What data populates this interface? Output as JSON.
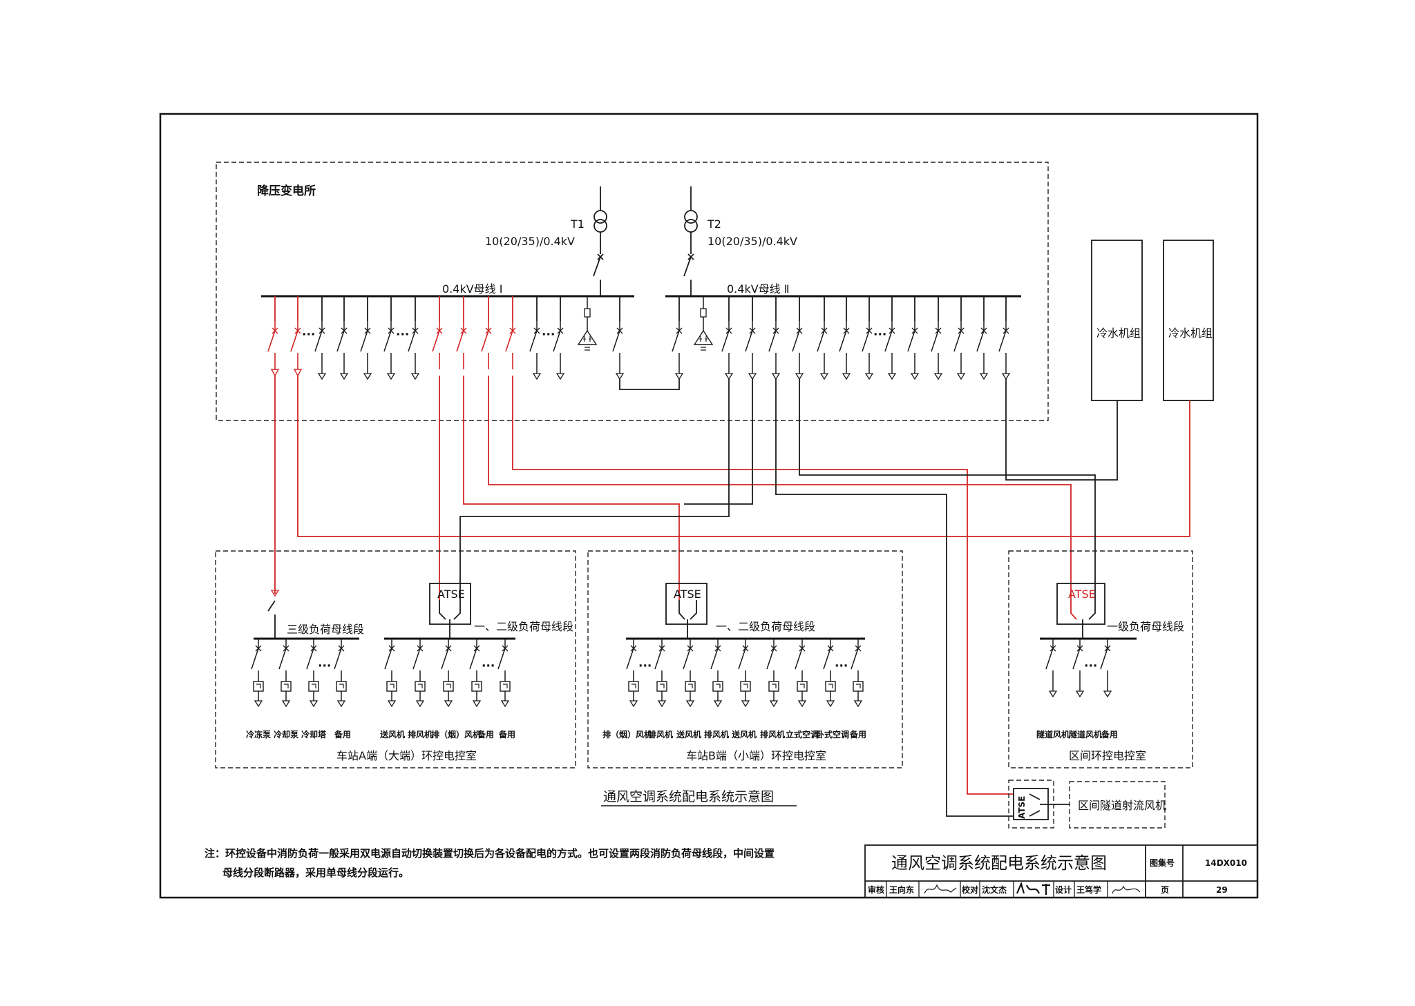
{
  "substation": {
    "title": "降压变电所",
    "t1_name": "T1",
    "t1_rating": "10(20/35)/0.4kV",
    "t2_name": "T2",
    "t2_rating": "10(20/35)/0.4kV",
    "bus1": "0.4kV母线 Ⅰ",
    "bus2": "0.4kV母线 Ⅱ"
  },
  "chillers": [
    "冷水机组",
    "冷水机组"
  ],
  "ellipsis": "···",
  "roomA": {
    "title": "车站A端（大端）环控电控室",
    "atse": "ATSE",
    "bus_level3": "三级负荷母线段",
    "bus_level12": "一、二级负荷母线段",
    "loads": [
      "冷冻泵",
      "冷却泵",
      "冷却塔",
      "备用",
      "送风机",
      "排风机",
      "排（烟）风机",
      "备用",
      "备用"
    ]
  },
  "roomB": {
    "title": "车站B端（小端）环控电控室",
    "atse": "ATSE",
    "bus_level12": "一、二级负荷母线段",
    "loads": [
      "排（烟）风机",
      "排风机",
      "送风机",
      "排风机",
      "送风机",
      "排风机",
      "立式空调",
      "卧式空调",
      "备用"
    ]
  },
  "roomC": {
    "title": "区间环控电控室",
    "atse": "ATSE",
    "bus_level1": "一级负荷母线段",
    "loads": [
      "隧道风机",
      "隧道风机",
      "备用"
    ]
  },
  "jetfan": {
    "atse": "ATSE",
    "label": "区间隧道射流风机"
  },
  "caption": "通风空调系统配电系统示意图",
  "note": {
    "line1": "注：环控设备中消防负荷一般采用双电源自动切换装置切换后为各设备配电的方式。也可设置两段消防负荷母线段，中间设置",
    "line2": "母线分段断路器，采用单母线分段运行。"
  },
  "titleblock": {
    "title": "通风空调系统配电系统示意图",
    "atlas_label": "图集号",
    "atlas_no": "14DX010",
    "review_label": "审核",
    "reviewer": "王向东",
    "check_label": "校对",
    "checker": "沈文杰",
    "design_label": "设计",
    "designer": "王笃学",
    "page_label": "页",
    "page_no": "29"
  },
  "colors": {
    "line_black": "#1a1a1a",
    "line_red": "#d22424",
    "atse_red_text": "#d22424"
  }
}
